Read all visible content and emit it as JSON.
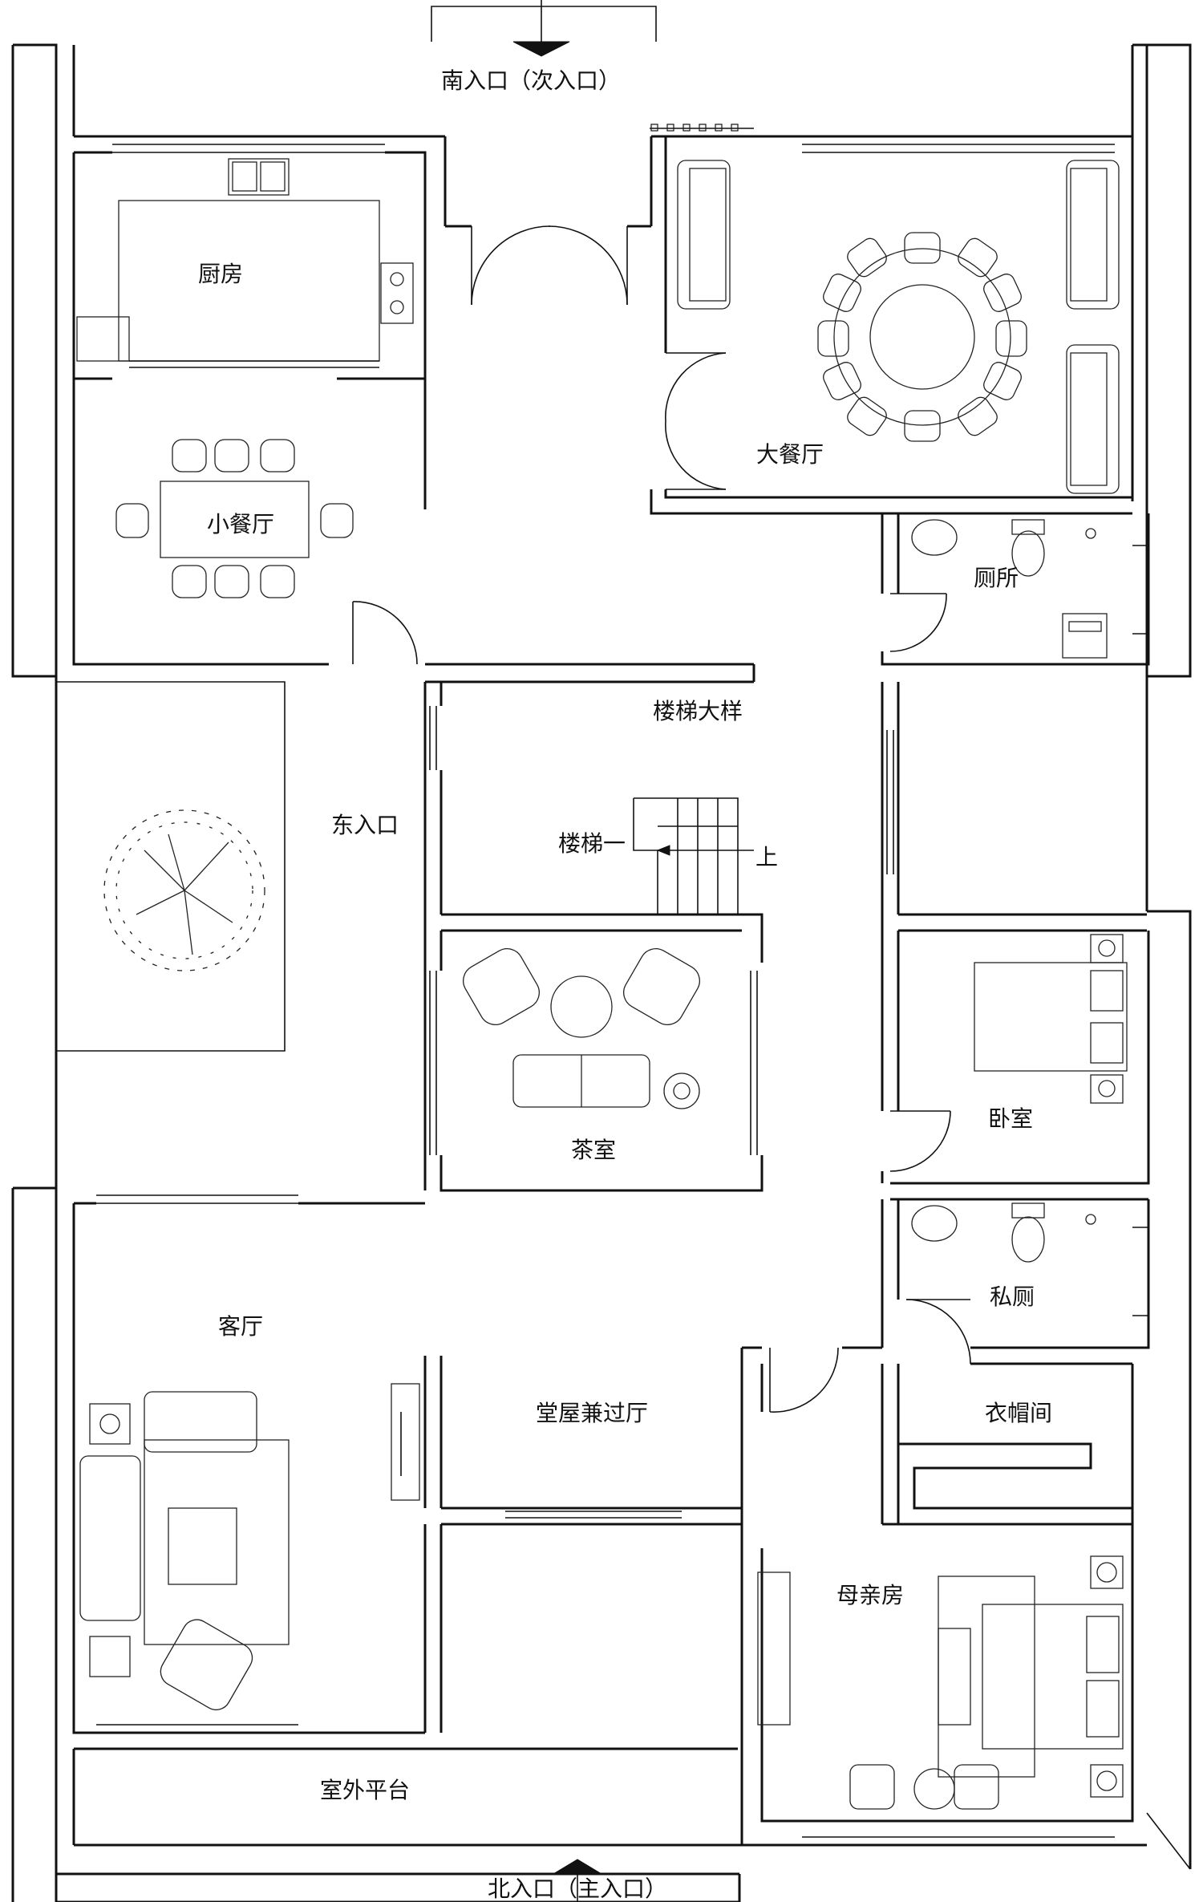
{
  "plan": {
    "entrances": {
      "south": "南入口（次入口）",
      "north": "北入口（主入口）",
      "east": "东入口"
    },
    "rooms": {
      "kitchen": "厨房",
      "small_dining": "小餐厅",
      "large_dining": "大餐厅",
      "toilet": "厕所",
      "stair_detail": "楼梯大样",
      "stair_one": "楼梯一",
      "stair_up": "上",
      "tea_room": "茶室",
      "bedroom": "卧室",
      "private_toilet": "私厕",
      "cloakroom": "衣帽间",
      "living_room": "客厅",
      "hall": "堂屋兼过厅",
      "mother_room": "母亲房",
      "terrace": "室外平台"
    }
  }
}
